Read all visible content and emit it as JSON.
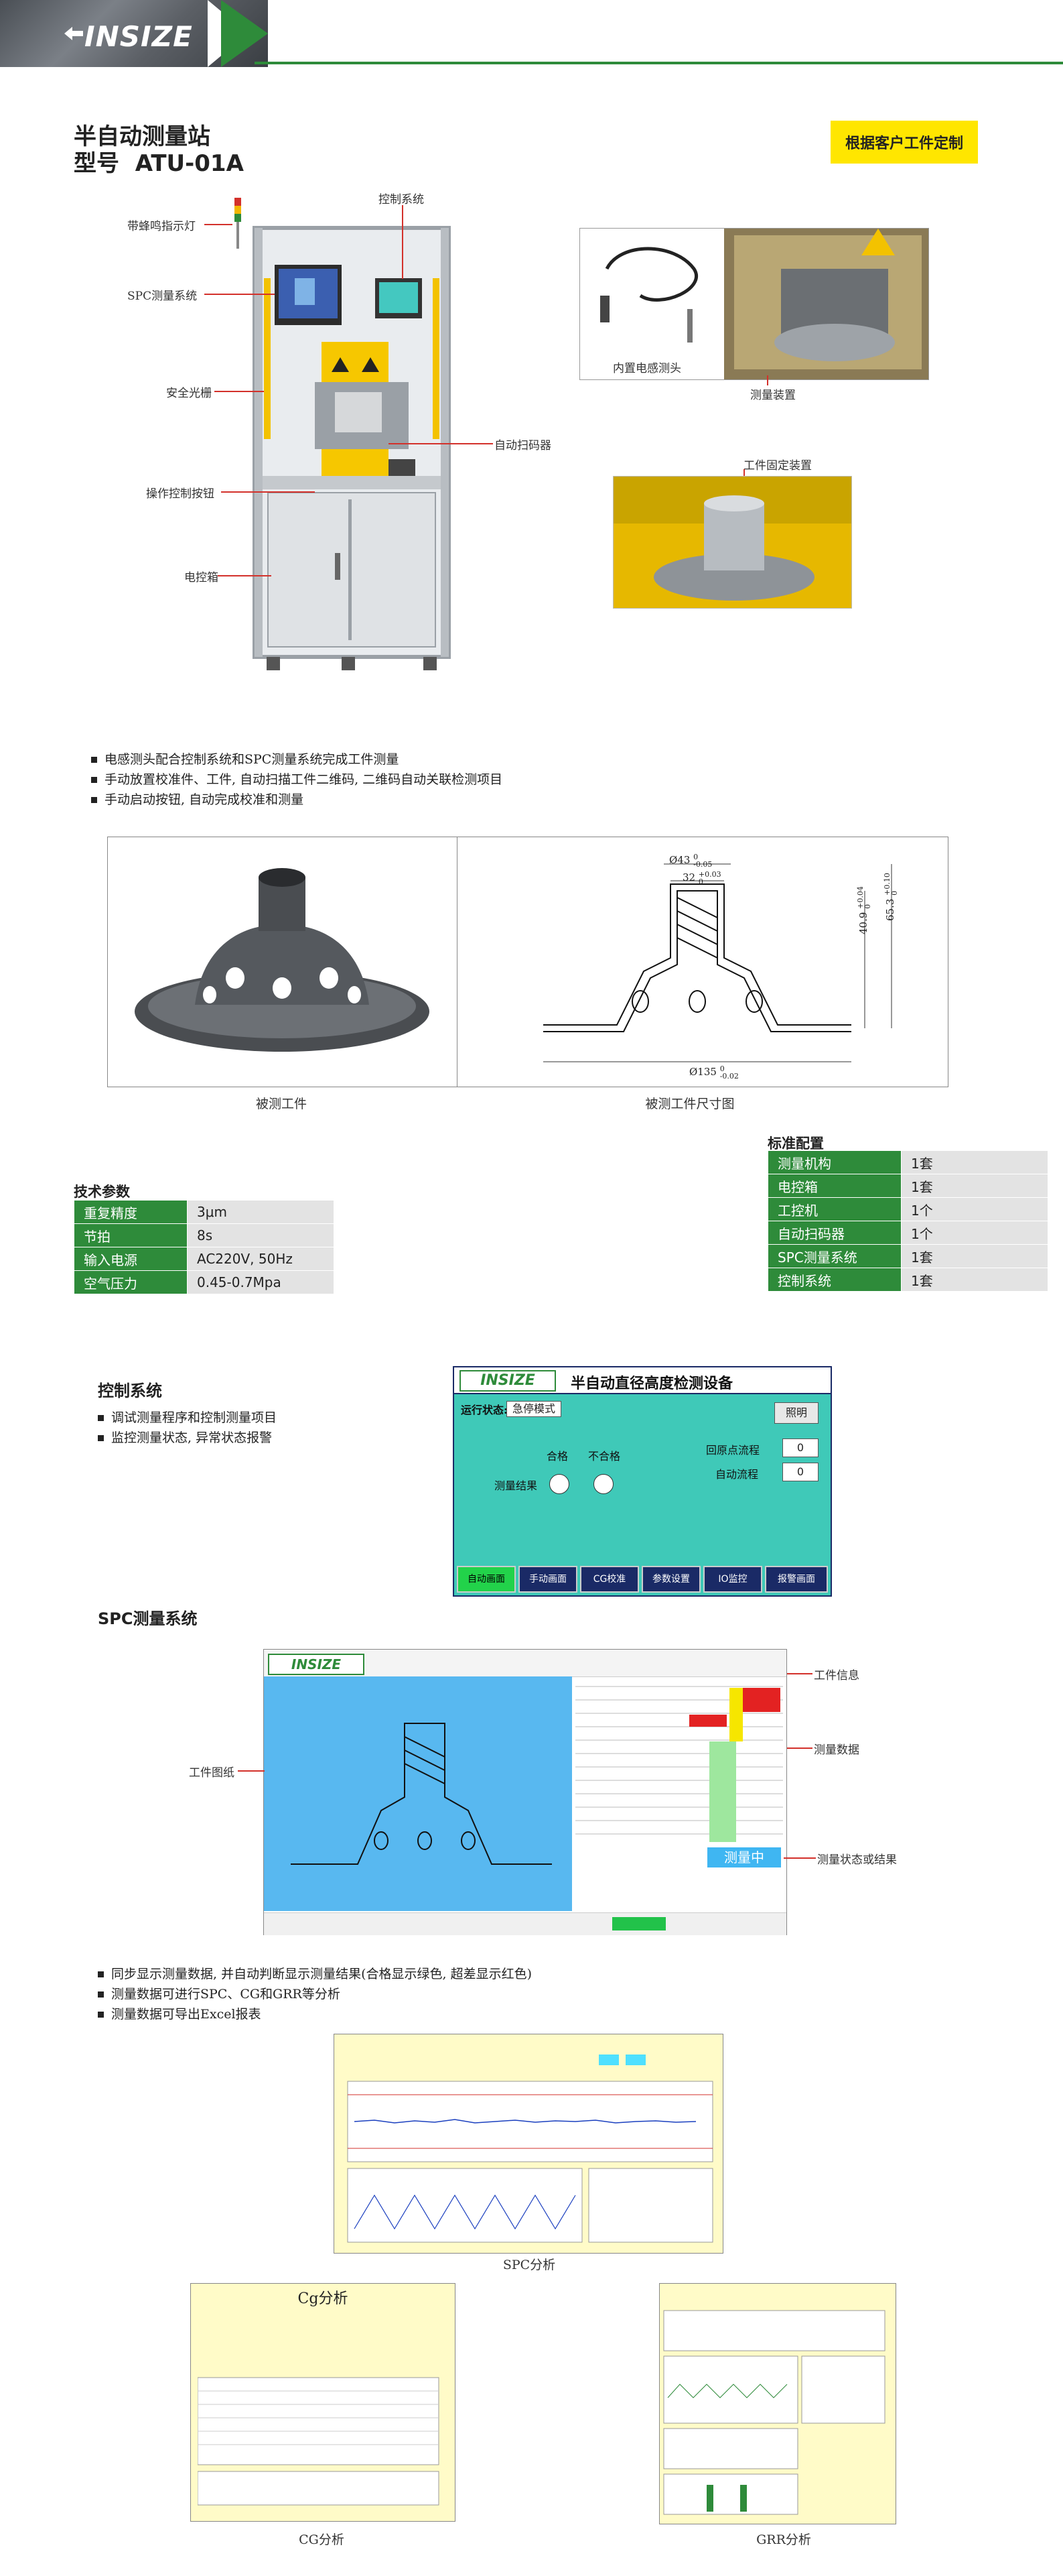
{
  "header": {
    "logo": "INSIZE"
  },
  "title": {
    "line1": "半自动测量站",
    "model_prefix": "型号",
    "model": "ATU-01A"
  },
  "badge": "根据客户工件定制",
  "machine_labels": {
    "lamp": "带蜂鸣指示灯",
    "control": "控制系统",
    "spc": "SPC测量系统",
    "light_curtain": "安全光栅",
    "scanner": "自动扫码器",
    "buttons": "操作控制按钮",
    "cabinet": "电控箱",
    "probe": "内置电感测头",
    "device": "测量装置",
    "fixture": "工件固定装置"
  },
  "intro_bullets": [
    "电感测头配合控制系统和SPC测量系统完成工件测量",
    "手动放置校准件、工件, 自动扫描工件二维码, 二维码自动关联检测项目",
    "手动启动按钮, 自动完成校准和测量"
  ],
  "workpiece": {
    "caption_left": "被测工件",
    "caption_right": "被测工件尺寸图",
    "dims": {
      "d43": "Ø43",
      "d43_tol_up": "0",
      "d43_tol_dn": "-0.05",
      "d32": "32",
      "d32_tol_up": "+0.03",
      "d32_tol_dn": "0",
      "h40": "40.9",
      "h40_tol_up": "+0.04",
      "h40_tol_dn": "0",
      "h65": "65.3",
      "h65_tol_up": "+0.10",
      "h65_tol_dn": "0",
      "d135": "Ø135",
      "d135_tol_up": "0",
      "d135_tol_dn": "-0.02"
    }
  },
  "tech_params": {
    "title": "技术参数",
    "rows": [
      {
        "k": "重复精度",
        "v": "3μm"
      },
      {
        "k": "节拍",
        "v": "8s"
      },
      {
        "k": "输入电源",
        "v": "AC220V, 50Hz"
      },
      {
        "k": "空气压力",
        "v": "0.45-0.7Mpa"
      }
    ]
  },
  "std_config": {
    "title": "标准配置",
    "rows": [
      {
        "k": "测量机构",
        "v": "1套"
      },
      {
        "k": "电控箱",
        "v": "1套"
      },
      {
        "k": "工控机",
        "v": "1个"
      },
      {
        "k": "自动扫码器",
        "v": "1个"
      },
      {
        "k": "SPC测量系统",
        "v": "1套"
      },
      {
        "k": "控制系统",
        "v": "1套"
      }
    ]
  },
  "control_section": {
    "title": "控制系统",
    "bullets": [
      "调试测量程序和控制测量项目",
      "监控测量状态, 异常状态报警"
    ]
  },
  "panel": {
    "logo": "INSIZE",
    "title": "半自动直径高度检测设备",
    "run_label": "运行状态:",
    "run_value": "急停模式",
    "light_btn": "照明",
    "col_ok": "合格",
    "col_ng": "不合格",
    "row_result": "测量结果",
    "origin_label": "回原点流程",
    "origin_value": "0",
    "auto_label": "自动流程",
    "auto_value": "0",
    "tabs": [
      "自动画面",
      "手动画面",
      "CG校准",
      "参数设置",
      "IO监控",
      "报警画面"
    ]
  },
  "spc_section": {
    "title": "SPC测量系统",
    "label_drawing": "工件图纸",
    "label_info": "工件信息",
    "label_data": "测量数据",
    "label_status": "测量状态或结果",
    "status_text": "测量中",
    "bullets": [
      "同步显示测量数据, 并自动判断显示测量结果(合格显示绿色, 超差显示红色)",
      "测量数据可进行SPC、CG和GRR等分析",
      "测量数据可导出Excel报表"
    ]
  },
  "analysis": {
    "spc_caption": "SPC分析",
    "cg_caption": "CG分析",
    "grr_caption": "GRR分析",
    "cg_title": "Cg分析"
  },
  "colors": {
    "green": "#2e8b3a",
    "yellow": "#ffe600",
    "red": "#d3312b",
    "teal": "#3fc9b8",
    "navy": "#1a2a66"
  }
}
